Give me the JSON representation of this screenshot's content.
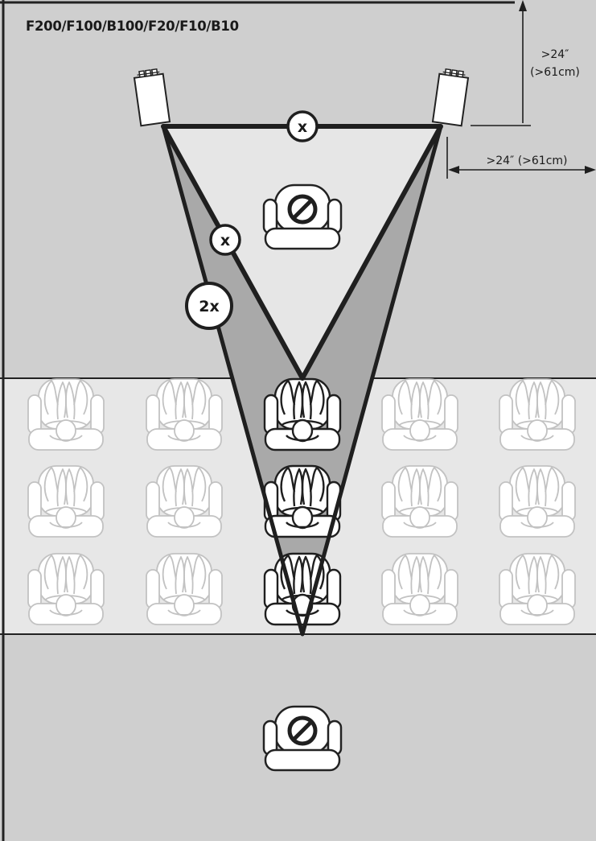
{
  "model_title": "F200/F100/B100/F20/F10/B10",
  "dimensions": {
    "vertical_clearance": {
      "line1": ">24″",
      "line2": "(>61cm)"
    },
    "side_clearance": ">24″ (>61cm)"
  },
  "badges": {
    "speaker_span": "x",
    "listener_distance": "x",
    "max_distance": "2x"
  },
  "icons": {
    "no_seat_front": "no-seat-icon",
    "no_seat_rear": "no-seat-icon",
    "speaker_left": "speaker-icon",
    "speaker_right": "speaker-icon",
    "listener": "occupied-chair-icon"
  },
  "colors": {
    "room_gray": "#cfcfcf",
    "audience_band": "#e7e7e7",
    "inner_triangle": "#e6e6e6",
    "outer_wedge": "#a9a9a9",
    "ink": "#1f1f1f",
    "faded_ink": "#c2c2c2"
  },
  "seating": {
    "rows": 3,
    "columns": 5,
    "active_column": 3
  }
}
